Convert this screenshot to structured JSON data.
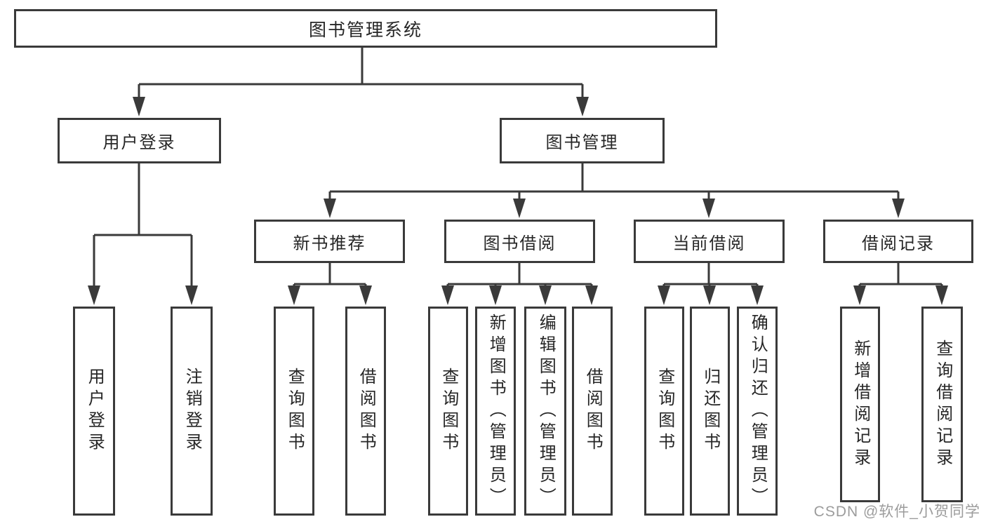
{
  "diagram": {
    "type": "hierarchy-tree",
    "colors": {
      "line": "#3a3a3a",
      "box_border": "#3a3a3a",
      "text": "#262626",
      "background": "#ffffff",
      "watermark": "#9c9c9c"
    },
    "nodes": {
      "root": {
        "label": "图书管理系统"
      },
      "user_login": {
        "label": "用户登录"
      },
      "book_management": {
        "label": "图书管理"
      },
      "new_book_recommend": {
        "label": "新书推荐"
      },
      "book_borrow": {
        "label": "图书借阅"
      },
      "current_borrow": {
        "label": "当前借阅"
      },
      "borrow_records": {
        "label": "借阅记录"
      },
      "leaves": [
        {
          "label": "用户登录",
          "parent": "用户登录"
        },
        {
          "label": "注销登录",
          "parent": "用户登录"
        },
        {
          "label": "查询图书",
          "parent": "新书推荐"
        },
        {
          "label": "借阅图书",
          "parent": "新书推荐"
        },
        {
          "label": "查询图书",
          "parent": "图书借阅"
        },
        {
          "label": "新增图书（管理员）",
          "parent": "图书借阅"
        },
        {
          "label": "编辑图书（管理员）",
          "parent": "图书借阅"
        },
        {
          "label": "借阅图书",
          "parent": "图书借阅"
        },
        {
          "label": "查询图书",
          "parent": "当前借阅"
        },
        {
          "label": "归还图书",
          "parent": "当前借阅"
        },
        {
          "label": "确认归还（管理员）",
          "parent": "当前借阅"
        },
        {
          "label": "新增借阅记录",
          "parent": "借阅记录"
        },
        {
          "label": "查询借阅记录",
          "parent": "借阅记录"
        }
      ]
    },
    "hierarchy": {
      "图书管理系统": [
        "用户登录",
        "图书管理"
      ],
      "用户登录": [
        "用户登录",
        "注销登录"
      ],
      "图书管理": [
        "新书推荐",
        "图书借阅",
        "当前借阅",
        "借阅记录"
      ],
      "新书推荐": [
        "查询图书",
        "借阅图书"
      ],
      "图书借阅": [
        "查询图书",
        "新增图书（管理员）",
        "编辑图书（管理员）",
        "借阅图书"
      ],
      "当前借阅": [
        "查询图书",
        "归还图书",
        "确认归还（管理员）"
      ],
      "借阅记录": [
        "新增借阅记录",
        "查询借阅记录"
      ]
    },
    "watermark": {
      "text": "CSDN @软件_小贺同学"
    }
  }
}
